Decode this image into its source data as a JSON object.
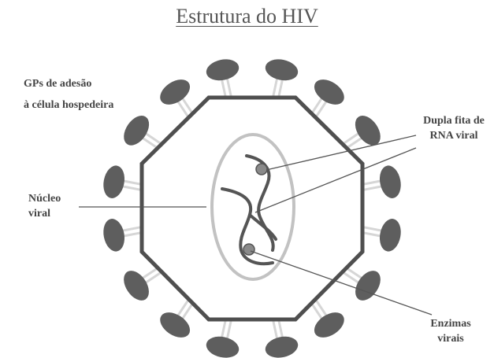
{
  "title": "Estrutura do HIV",
  "labels": {
    "adhesion_gp": [
      "GPs de adesão",
      "à célula hospedeira"
    ],
    "rna": [
      "Dupla fita de",
      "RNA viral"
    ],
    "nucleus": [
      "Núcleo",
      "viral"
    ],
    "enzymes": [
      "Enzimas",
      "virais"
    ]
  },
  "colors": {
    "envelope": "#4f4f4f",
    "glycoprotein": "#5e5e5e",
    "stalk": "#d6d6d6",
    "core_outline": "#c2c2c2",
    "rna_strand": "#555555",
    "enzyme": "#8a8a8a",
    "leader_line": "#555555",
    "text": "#444444"
  }
}
